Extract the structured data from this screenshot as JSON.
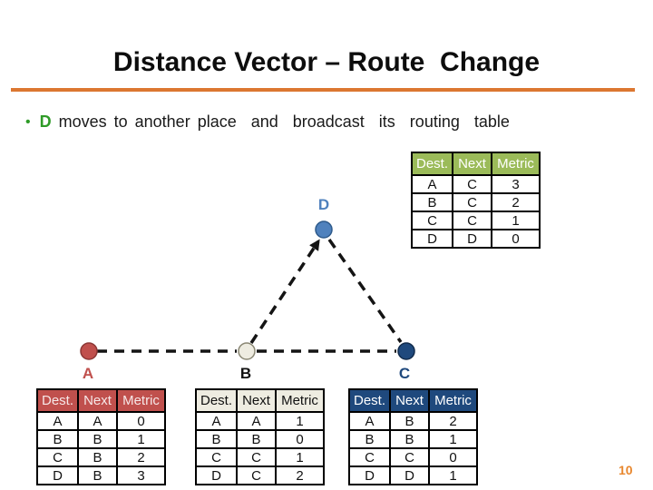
{
  "slide": {
    "title": "Distance Vector – Route  Change",
    "page_number": "10"
  },
  "bullet": {
    "marker": "•",
    "lead": "D",
    "text": " moves to another place  and  broadcast  its  routing  table"
  },
  "diagram": {
    "nodes": [
      {
        "id": "A",
        "label": "A",
        "fill": "#C0504D"
      },
      {
        "id": "B",
        "label": "B",
        "fill": "#EEECE1"
      },
      {
        "id": "C",
        "label": "C",
        "fill": "#1F497D"
      },
      {
        "id": "D",
        "label": "D",
        "fill": "#4F81BD"
      }
    ],
    "links": [
      "A-B",
      "B-C",
      "B-D",
      "D-C"
    ]
  },
  "tables": {
    "d": {
      "owner": "D",
      "header_bg": "#9BBB59",
      "columns": [
        "Dest.",
        "Next",
        "Metric"
      ],
      "rows": [
        [
          "A",
          "C",
          "3"
        ],
        [
          "B",
          "C",
          "2"
        ],
        [
          "C",
          "C",
          "1"
        ],
        [
          "D",
          "D",
          "0"
        ]
      ]
    },
    "a": {
      "owner": "A",
      "header_bg": "#C0504D",
      "columns": [
        "Dest.",
        "Next",
        "Metric"
      ],
      "rows": [
        [
          "A",
          "A",
          "0"
        ],
        [
          "B",
          "B",
          "1"
        ],
        [
          "C",
          "B",
          "2"
        ],
        [
          "D",
          "B",
          "3"
        ]
      ]
    },
    "b": {
      "owner": "B",
      "header_bg": "#EEECE1",
      "columns": [
        "Dest.",
        "Next",
        "Metric"
      ],
      "rows": [
        [
          "A",
          "A",
          "1"
        ],
        [
          "B",
          "B",
          "0"
        ],
        [
          "C",
          "C",
          "1"
        ],
        [
          "D",
          "C",
          "2"
        ]
      ]
    },
    "c": {
      "owner": "C",
      "header_bg": "#1F497D",
      "columns": [
        "Dest.",
        "Next",
        "Metric"
      ],
      "rows": [
        [
          "A",
          "B",
          "2"
        ],
        [
          "B",
          "B",
          "1"
        ],
        [
          "C",
          "C",
          "0"
        ],
        [
          "D",
          "D",
          "1"
        ]
      ]
    }
  },
  "colors": {
    "title_rule_orange": "#DC7731",
    "bullet_green": "#2E9B27",
    "node_a_red": "#C0504D",
    "node_b_cream": "#EEECE1",
    "node_c_darkblue": "#1F497D",
    "node_d_blue": "#4F81BD",
    "page_number_orange": "#E8872E"
  }
}
